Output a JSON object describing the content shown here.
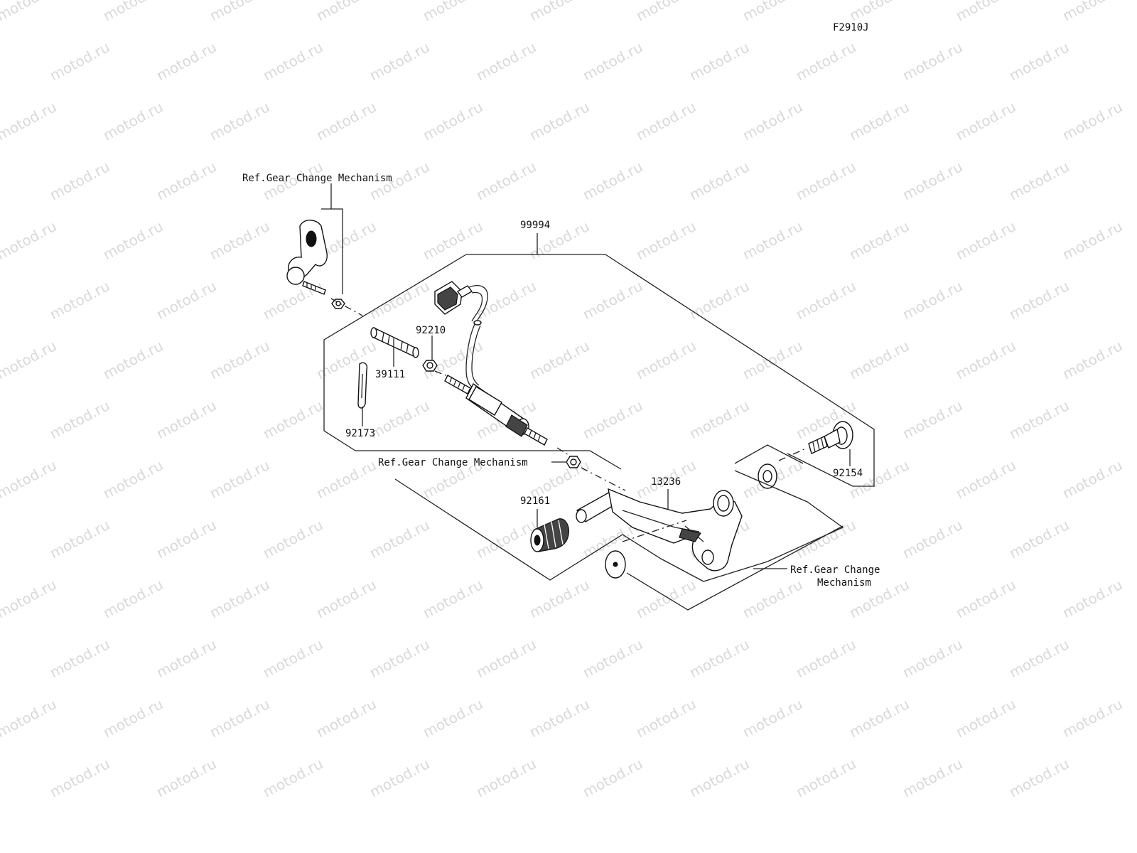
{
  "diagram": {
    "code": "F2910J",
    "watermark": "motod.ru",
    "ref_top": "Ref.Gear Change Mechanism",
    "ref_mid": "Ref.Gear Change Mechanism",
    "ref_right_line1": "Ref.Gear Change",
    "ref_right_line2": "Mechanism",
    "parts": {
      "p99994": "99994",
      "p92210": "92210",
      "p39111": "39111",
      "p92173": "92173",
      "p92154": "92154",
      "p13236": "13236",
      "p92161": "92161"
    }
  }
}
